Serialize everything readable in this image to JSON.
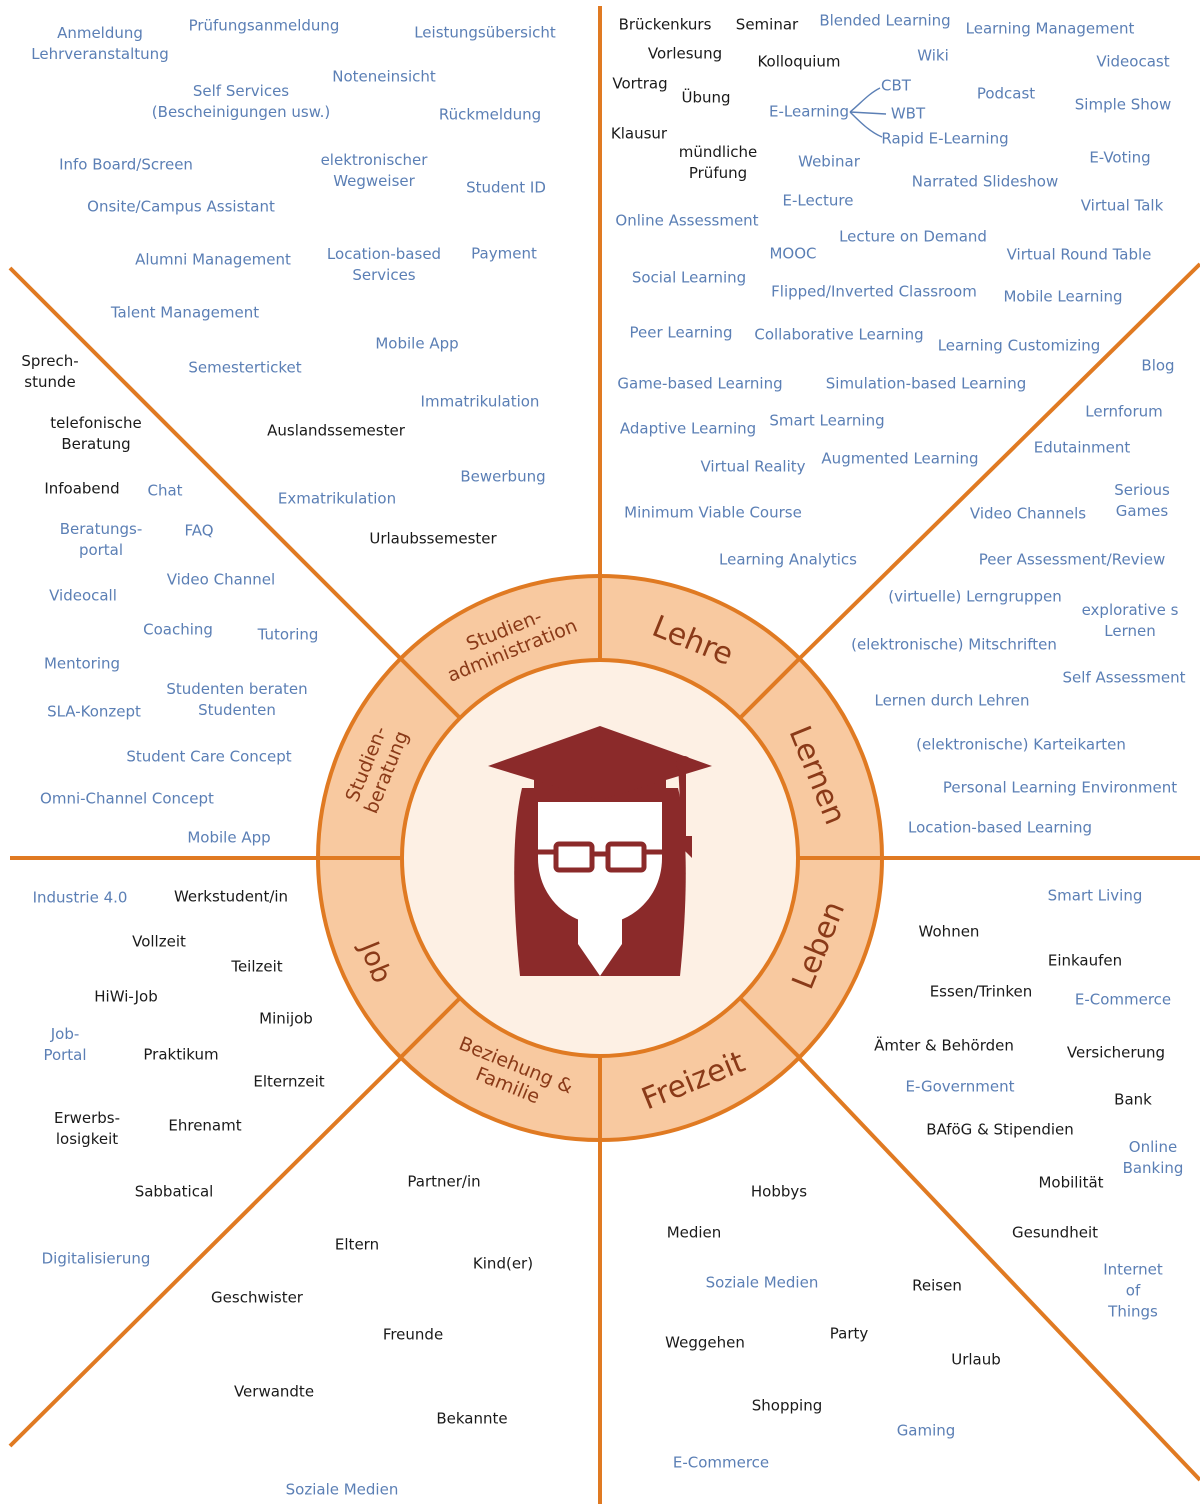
{
  "colors": {
    "spoke": "#e07a22",
    "ring_fill": "#f8c9a0",
    "ring_stroke": "#e07a22",
    "inner_fill": "#fdf0e4",
    "label": "#8a3a18",
    "icon": "#8b2a2a",
    "blue_text": "#5b7fb5",
    "black_text": "#1a1a1a"
  },
  "center_icon": "graduate-student-icon",
  "sectors": [
    {
      "id": "lehre",
      "label": "Lehre"
    },
    {
      "id": "lernen",
      "label": "Lernen"
    },
    {
      "id": "leben",
      "label": "Leben"
    },
    {
      "id": "freizeit",
      "label": "Freizeit"
    },
    {
      "id": "familie",
      "label": "Beziehung &\nFamilie"
    },
    {
      "id": "job",
      "label": "Job"
    },
    {
      "id": "beratung",
      "label": "Studien-\nberatung"
    },
    {
      "id": "admin",
      "label": "Studien-\nadministration"
    }
  ],
  "elearning_branches": [
    "CBT",
    "WBT",
    "Rapid E-Learning"
  ],
  "words": {
    "admin": [
      {
        "text": "Anmeldung\nLehrveranstaltung",
        "tone": "blue"
      },
      {
        "text": "Prüfungsanmeldung",
        "tone": "blue"
      },
      {
        "text": "Leistungsübersicht",
        "tone": "blue"
      },
      {
        "text": "Noteneinsicht",
        "tone": "blue"
      },
      {
        "text": "Self Services\n(Bescheinigungen usw.)",
        "tone": "blue"
      },
      {
        "text": "Rückmeldung",
        "tone": "blue"
      },
      {
        "text": "Info Board/Screen",
        "tone": "blue"
      },
      {
        "text": "elektronischer\nWegweiser",
        "tone": "blue"
      },
      {
        "text": "Student ID",
        "tone": "blue"
      },
      {
        "text": "Onsite/Campus Assistant",
        "tone": "blue"
      },
      {
        "text": "Alumni Management",
        "tone": "blue"
      },
      {
        "text": "Location-based\nServices",
        "tone": "blue"
      },
      {
        "text": "Payment",
        "tone": "blue"
      },
      {
        "text": "Talent Management",
        "tone": "blue"
      },
      {
        "text": "Mobile App",
        "tone": "blue"
      },
      {
        "text": "Semesterticket",
        "tone": "blue"
      },
      {
        "text": "Immatrikulation",
        "tone": "blue"
      },
      {
        "text": "Auslandssemester",
        "tone": "black"
      },
      {
        "text": "Bewerbung",
        "tone": "blue"
      },
      {
        "text": "Exmatrikulation",
        "tone": "blue"
      },
      {
        "text": "Urlaubssemester",
        "tone": "black"
      }
    ],
    "lehre": [
      {
        "text": "Brückenkurs",
        "tone": "black"
      },
      {
        "text": "Seminar",
        "tone": "black"
      },
      {
        "text": "Blended Learning",
        "tone": "blue"
      },
      {
        "text": "Learning Management",
        "tone": "blue"
      },
      {
        "text": "Vorlesung",
        "tone": "black"
      },
      {
        "text": "Kolloquium",
        "tone": "black"
      },
      {
        "text": "Wiki",
        "tone": "blue"
      },
      {
        "text": "Videocast",
        "tone": "blue"
      },
      {
        "text": "Vortrag",
        "tone": "black"
      },
      {
        "text": "Übung",
        "tone": "black"
      },
      {
        "text": "E-Learning",
        "tone": "blue"
      },
      {
        "text": "Podcast",
        "tone": "blue"
      },
      {
        "text": "Simple Show",
        "tone": "blue"
      },
      {
        "text": "Klausur",
        "tone": "black"
      },
      {
        "text": "mündliche\nPrüfung",
        "tone": "black"
      },
      {
        "text": "Webinar",
        "tone": "blue"
      },
      {
        "text": "E-Voting",
        "tone": "blue"
      },
      {
        "text": "Narrated Slideshow",
        "tone": "blue"
      },
      {
        "text": "E-Lecture",
        "tone": "blue"
      },
      {
        "text": "Virtual Talk",
        "tone": "blue"
      },
      {
        "text": "Online Assessment",
        "tone": "blue"
      },
      {
        "text": "Lecture on Demand",
        "tone": "blue"
      },
      {
        "text": "MOOC",
        "tone": "blue"
      },
      {
        "text": "Virtual Round Table",
        "tone": "blue"
      },
      {
        "text": "Social Learning",
        "tone": "blue"
      },
      {
        "text": "Flipped/Inverted Classroom",
        "tone": "blue"
      },
      {
        "text": "Mobile Learning",
        "tone": "blue"
      },
      {
        "text": "Peer Learning",
        "tone": "blue"
      },
      {
        "text": "Collaborative Learning",
        "tone": "blue"
      },
      {
        "text": "Learning Customizing",
        "tone": "blue"
      },
      {
        "text": "Game-based Learning",
        "tone": "blue"
      },
      {
        "text": "Simulation-based Learning",
        "tone": "blue"
      },
      {
        "text": "Adaptive Learning",
        "tone": "blue"
      },
      {
        "text": "Smart Learning",
        "tone": "blue"
      },
      {
        "text": "Virtual Reality",
        "tone": "blue"
      },
      {
        "text": "Augmented Learning",
        "tone": "blue"
      },
      {
        "text": "Minimum Viable Course",
        "tone": "blue"
      },
      {
        "text": "Learning Analytics",
        "tone": "blue"
      }
    ],
    "lernen": [
      {
        "text": "Blog",
        "tone": "blue"
      },
      {
        "text": "Lernforum",
        "tone": "blue"
      },
      {
        "text": "Edutainment",
        "tone": "blue"
      },
      {
        "text": "Serious\nGames",
        "tone": "blue"
      },
      {
        "text": "Video Channels",
        "tone": "blue"
      },
      {
        "text": "Peer Assessment/Review",
        "tone": "blue"
      },
      {
        "text": "(virtuelle) Lerngruppen",
        "tone": "blue"
      },
      {
        "text": "explorative s\nLernen",
        "tone": "blue"
      },
      {
        "text": "(elektronische) Mitschriften",
        "tone": "blue"
      },
      {
        "text": "Self Assessment",
        "tone": "blue"
      },
      {
        "text": "Lernen durch Lehren",
        "tone": "blue"
      },
      {
        "text": "(elektronische) Karteikarten",
        "tone": "blue"
      },
      {
        "text": "Personal Learning Environment",
        "tone": "blue"
      },
      {
        "text": "Location-based Learning",
        "tone": "blue"
      }
    ],
    "beratung": [
      {
        "text": "Sprech-\nstunde",
        "tone": "black"
      },
      {
        "text": "telefonische\nBeratung",
        "tone": "black"
      },
      {
        "text": "Infoabend",
        "tone": "black"
      },
      {
        "text": "Chat",
        "tone": "blue"
      },
      {
        "text": "Beratungs-\nportal",
        "tone": "blue"
      },
      {
        "text": "FAQ",
        "tone": "blue"
      },
      {
        "text": "Video Channel",
        "tone": "blue"
      },
      {
        "text": "Videocall",
        "tone": "blue"
      },
      {
        "text": "Coaching",
        "tone": "blue"
      },
      {
        "text": "Tutoring",
        "tone": "blue"
      },
      {
        "text": "Mentoring",
        "tone": "blue"
      },
      {
        "text": "Studenten beraten\nStudenten",
        "tone": "blue"
      },
      {
        "text": "SLA-Konzept",
        "tone": "blue"
      },
      {
        "text": "Student Care Concept",
        "tone": "blue"
      },
      {
        "text": "Omni-Channel Concept",
        "tone": "blue"
      },
      {
        "text": "Mobile App",
        "tone": "blue"
      }
    ],
    "job": [
      {
        "text": "Industrie 4.0",
        "tone": "blue"
      },
      {
        "text": "Werkstudent/in",
        "tone": "black"
      },
      {
        "text": "Vollzeit",
        "tone": "black"
      },
      {
        "text": "Teilzeit",
        "tone": "black"
      },
      {
        "text": "HiWi-Job",
        "tone": "black"
      },
      {
        "text": "Minijob",
        "tone": "black"
      },
      {
        "text": "Job-\nPortal",
        "tone": "blue"
      },
      {
        "text": "Praktikum",
        "tone": "black"
      },
      {
        "text": "Elternzeit",
        "tone": "black"
      },
      {
        "text": "Erwerbs-\nlosigkeit",
        "tone": "black"
      },
      {
        "text": "Ehrenamt",
        "tone": "black"
      },
      {
        "text": "Sabbatical",
        "tone": "black"
      },
      {
        "text": "Digitalisierung",
        "tone": "blue"
      }
    ],
    "familie": [
      {
        "text": "Partner/in",
        "tone": "black"
      },
      {
        "text": "Eltern",
        "tone": "black"
      },
      {
        "text": "Kind(er)",
        "tone": "black"
      },
      {
        "text": "Geschwister",
        "tone": "black"
      },
      {
        "text": "Freunde",
        "tone": "black"
      },
      {
        "text": "Verwandte",
        "tone": "black"
      },
      {
        "text": "Bekannte",
        "tone": "black"
      },
      {
        "text": "Soziale Medien",
        "tone": "blue"
      }
    ],
    "freizeit": [
      {
        "text": "Hobbys",
        "tone": "black"
      },
      {
        "text": "Medien",
        "tone": "black"
      },
      {
        "text": "Soziale Medien",
        "tone": "blue"
      },
      {
        "text": "Reisen",
        "tone": "black"
      },
      {
        "text": "Weggehen",
        "tone": "black"
      },
      {
        "text": "Party",
        "tone": "black"
      },
      {
        "text": "Urlaub",
        "tone": "black"
      },
      {
        "text": "Shopping",
        "tone": "black"
      },
      {
        "text": "Gaming",
        "tone": "blue"
      },
      {
        "text": "E-Commerce",
        "tone": "blue"
      }
    ],
    "leben": [
      {
        "text": "Smart Living",
        "tone": "blue"
      },
      {
        "text": "Wohnen",
        "tone": "black"
      },
      {
        "text": "Einkaufen",
        "tone": "black"
      },
      {
        "text": "Essen/Trinken",
        "tone": "black"
      },
      {
        "text": "E-Commerce",
        "tone": "blue"
      },
      {
        "text": "Ämter & Behörden",
        "tone": "black"
      },
      {
        "text": "Versicherung",
        "tone": "black"
      },
      {
        "text": "E-Government",
        "tone": "blue"
      },
      {
        "text": "Bank",
        "tone": "black"
      },
      {
        "text": "BAföG & Stipendien",
        "tone": "black"
      },
      {
        "text": "Online\nBanking",
        "tone": "blue"
      },
      {
        "text": "Mobilität",
        "tone": "black"
      },
      {
        "text": "Gesundheit",
        "tone": "black"
      },
      {
        "text": "Internet\nof\nThings",
        "tone": "blue"
      }
    ]
  }
}
